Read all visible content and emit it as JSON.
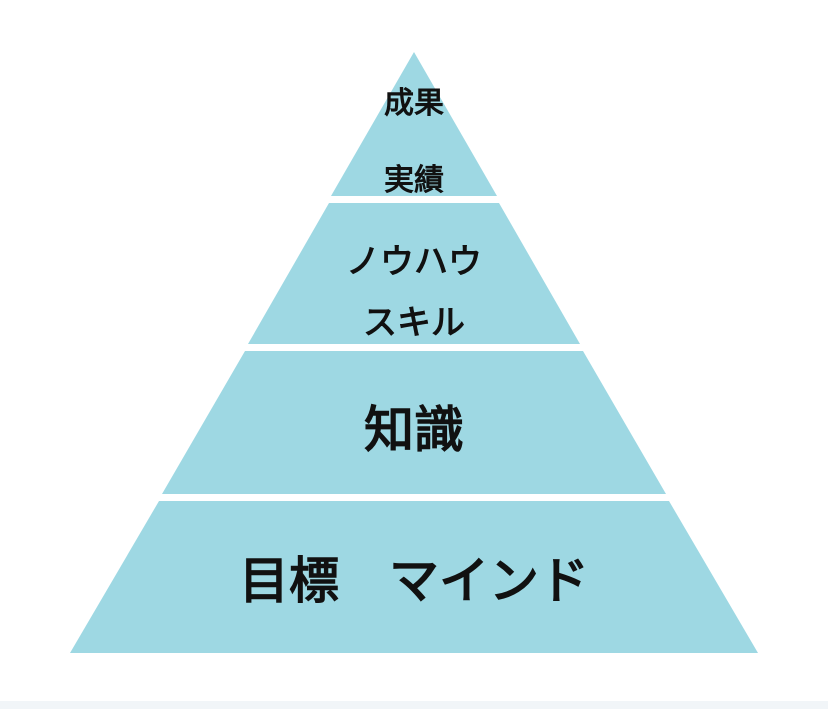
{
  "colors": {
    "tier_fill": "#9ed8e3",
    "separator": "#ffffff",
    "text": "#111111"
  },
  "pyramid": {
    "tiers": [
      {
        "id": "top",
        "lines": [
          "成果",
          "実績"
        ]
      },
      {
        "id": "second",
        "lines": [
          "ノウハウ",
          "スキル"
        ]
      },
      {
        "id": "third",
        "lines": [
          "知識"
        ]
      },
      {
        "id": "base",
        "lines": [
          "目標　マインド"
        ]
      }
    ]
  }
}
